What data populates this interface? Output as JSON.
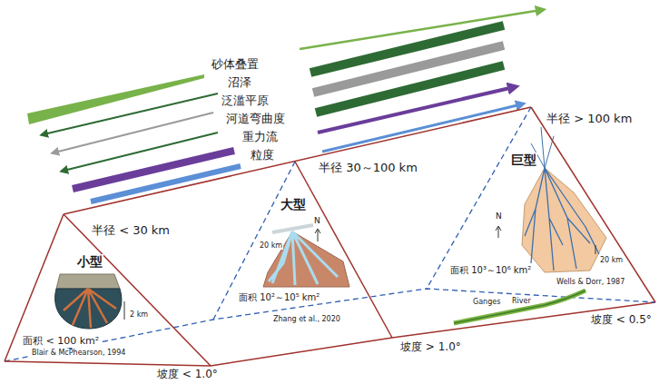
{
  "diagram": {
    "nodes": [
      {
        "text": [
          "半径 < 30 km",
          "小型",
          "面积 < 100 km²"
        ]
      },
      {
        "text": [
          "半径 30～100 km",
          "大型",
          "面积 10²～10⁵ km²"
        ]
      },
      {
        "text": [
          "半径 > 100 km",
          "巨型",
          "面积 10³～10⁶ km²"
        ]
      }
    ],
    "labels": [
      "砂体叠置",
      "沼泽",
      "泛滥平原",
      "河道弯曲度",
      "重力流",
      "粒度",
      "2 km",
      "Blair & McPhearson, 1994",
      "坡度 < 1.0°",
      "N",
      "20 km",
      "Zhang et al., 2020",
      "坡度 > 1.0°",
      "N",
      "20 km",
      "Ganges",
      "River",
      "Wells & Dorr, 1987",
      "坡度 < 0.5°"
    ]
  }
}
